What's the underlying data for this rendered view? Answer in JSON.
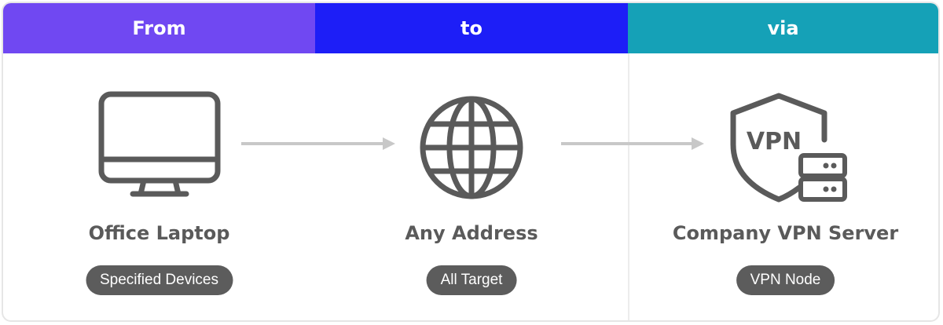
{
  "headers": {
    "from_label": "From",
    "to_label": "to",
    "via_label": "via"
  },
  "columns": {
    "source": {
      "title": "Office Laptop",
      "tag": "Specified Devices",
      "icon": "monitor-icon"
    },
    "destination": {
      "title": "Any Address",
      "tag": "All Target",
      "icon": "globe-icon"
    },
    "route": {
      "title": "Company VPN Server",
      "tag": "VPN Node",
      "icon": "vpn-server-icon",
      "icon_text": "VPN"
    }
  },
  "colors": {
    "from_header": "#7048f2",
    "to_header": "#1d1ef7",
    "via_header": "#15a1b7",
    "icon_stroke": "#5a5a5a",
    "arrow": "#c8c8c8",
    "pill": "#5c5c5c"
  }
}
